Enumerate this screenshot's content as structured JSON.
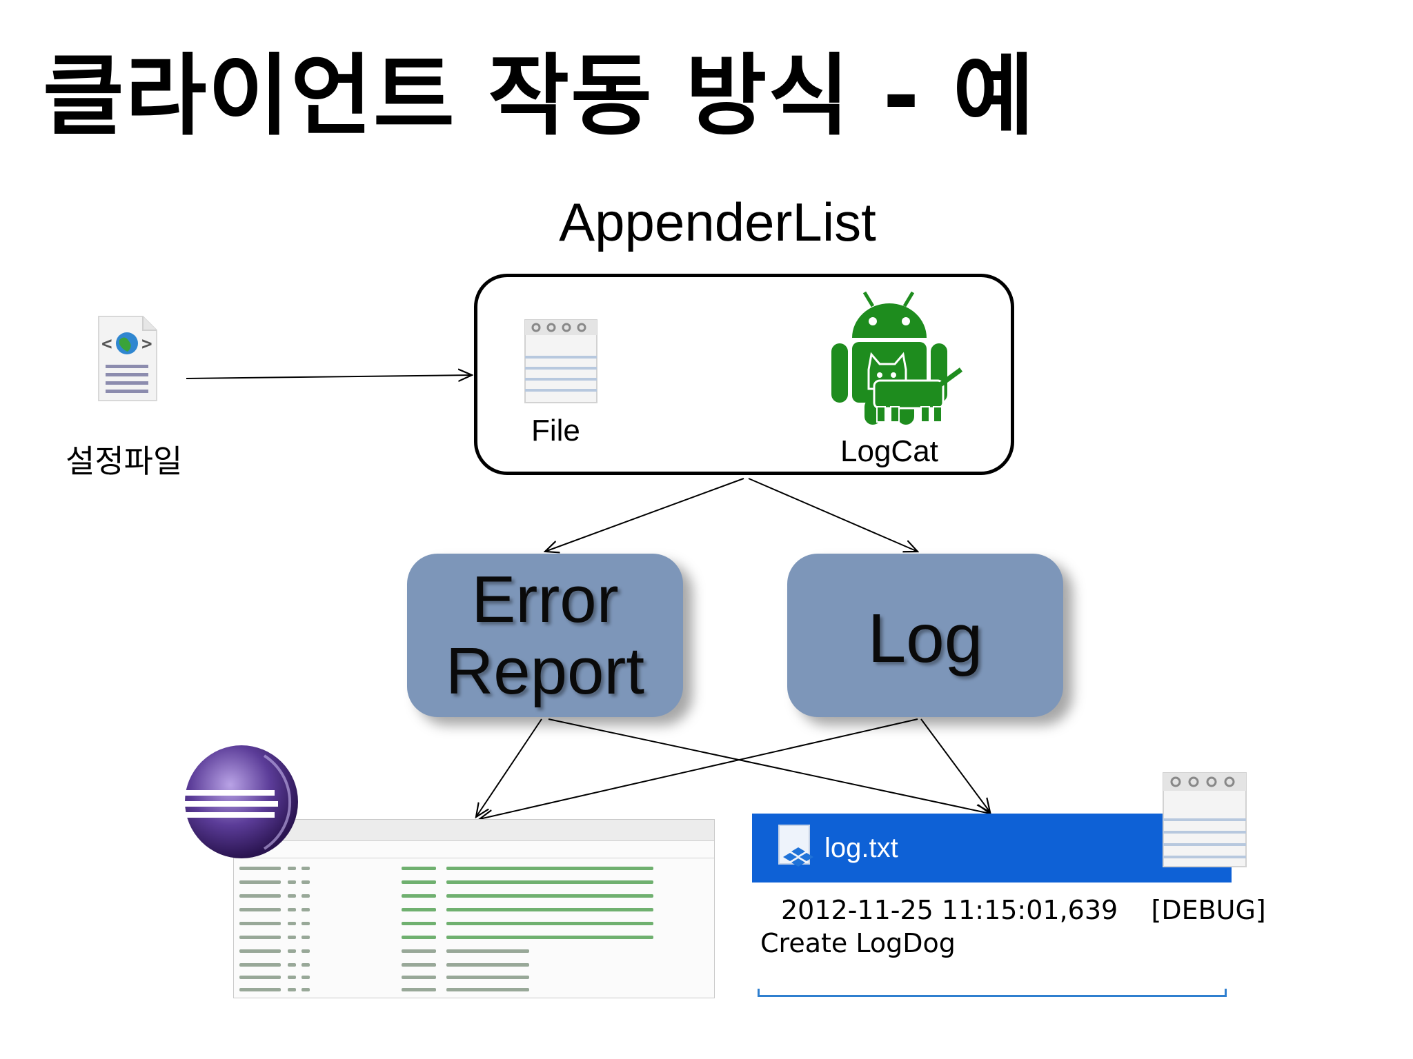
{
  "title": "클라이언트 작동 방식 - 예",
  "config": {
    "label": "설정파일",
    "icon": "xml-document-icon"
  },
  "appender_list": {
    "title": "AppenderList",
    "file": {
      "label": "File",
      "icon": "notepad-icon"
    },
    "logcat": {
      "label": "LogCat",
      "icon": "android-logcat-icon"
    }
  },
  "outputs": {
    "error_report": {
      "line1": "Error",
      "line2": "Report"
    },
    "log": {
      "label": "Log"
    }
  },
  "targets": {
    "eclipse_console": {
      "icon": "eclipse-icon"
    },
    "log_file": {
      "filename": "log.txt",
      "line1": "2012-11-25 11:15:01,639    [DEBUG]",
      "line2": "Create LogDog",
      "header_color": "#0e61d6"
    }
  },
  "colors": {
    "box_fill": "#7d96b9",
    "android_green": "#1e8c1e"
  }
}
